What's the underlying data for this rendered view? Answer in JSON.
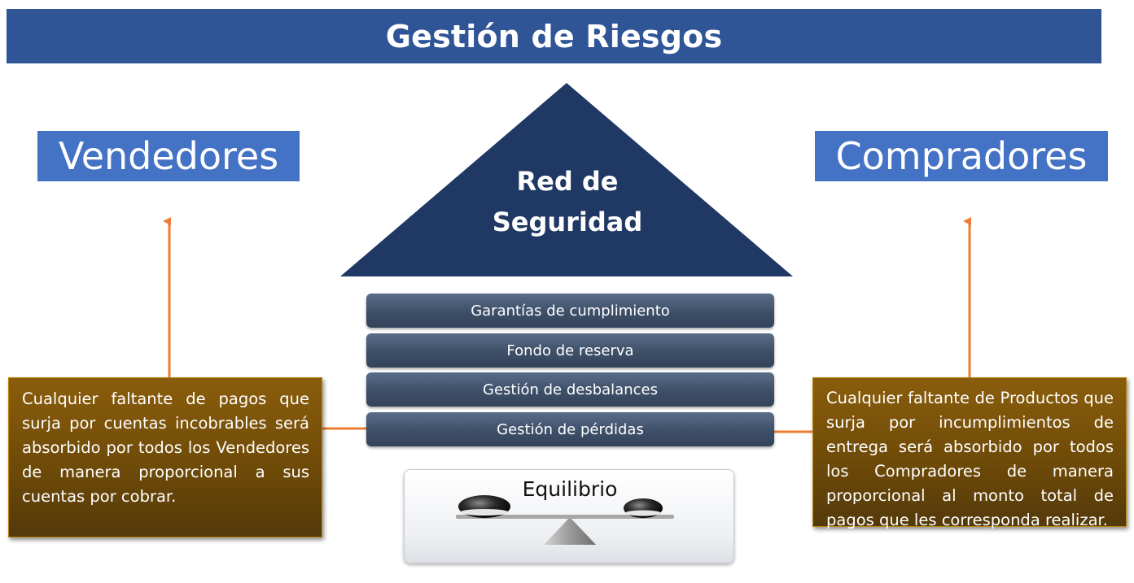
{
  "title": "Gestión de Riesgos",
  "left_label": "Vendedores",
  "right_label": "Compradores",
  "triangle": {
    "line1": "Red de",
    "line2": "Seguridad"
  },
  "layers": [
    "Garantías de cumplimiento",
    "Fondo de reserva",
    "Gestión de desbalances",
    "Gestión de pérdidas"
  ],
  "equilibrium": "Equilibrio",
  "left_note": "Cualquier faltante de pagos que surja por cuentas incobrables será absorbido por todos los Vendedores de manera proporcional  a sus cuentas por cobrar.",
  "right_note": "Cualquier faltante de Productos que surja por incumplimientos de entrega será absorbido por todos los Compradores de manera proporcional al monto total de pagos que les corresponda realizar.",
  "colors": {
    "title_bar": "#2f5597",
    "label_box": "#4472c4",
    "triangle": "#203864",
    "layers": "#44546a",
    "note_box": "#7a5209",
    "connector": "#ed7d31"
  }
}
